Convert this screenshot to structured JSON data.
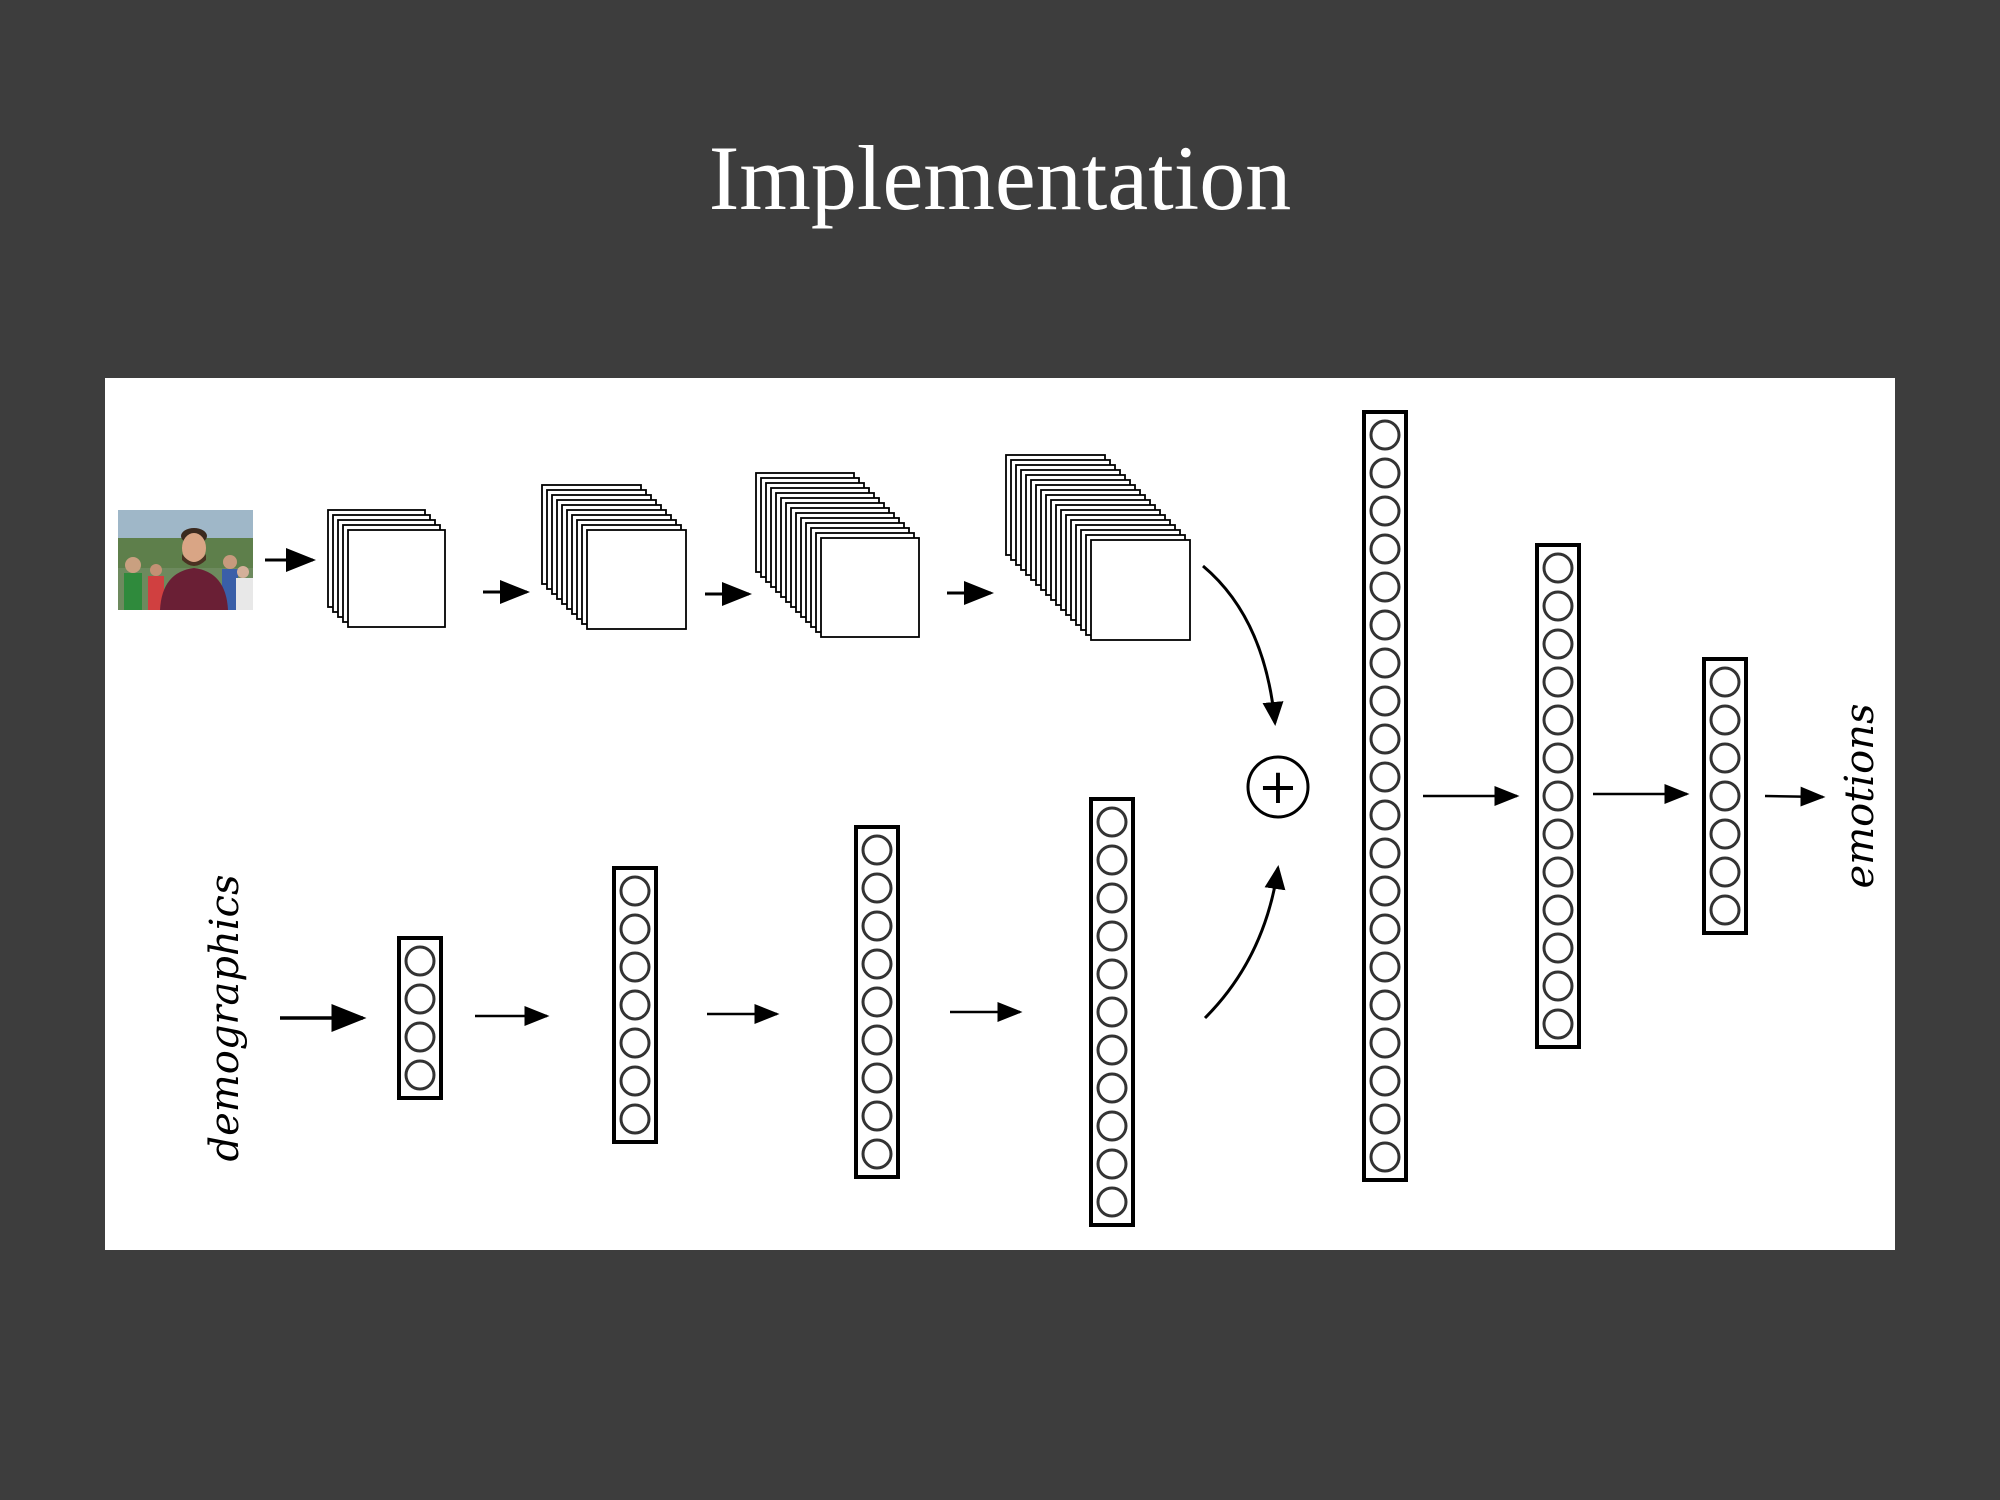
{
  "slide": {
    "title": "Implementation",
    "background_color": "#3d3d3d"
  },
  "diagram": {
    "input_label": "demographics",
    "output_label": "emotions",
    "merge_symbol": "+",
    "photo_icon": "photo-of-smiling-runner-icon",
    "conv_stack_sizes": [
      5,
      10,
      14,
      18
    ],
    "demographic_layer_neurons": [
      4,
      7,
      9,
      11
    ],
    "fc_layer_neurons": [
      20,
      13,
      7
    ]
  }
}
